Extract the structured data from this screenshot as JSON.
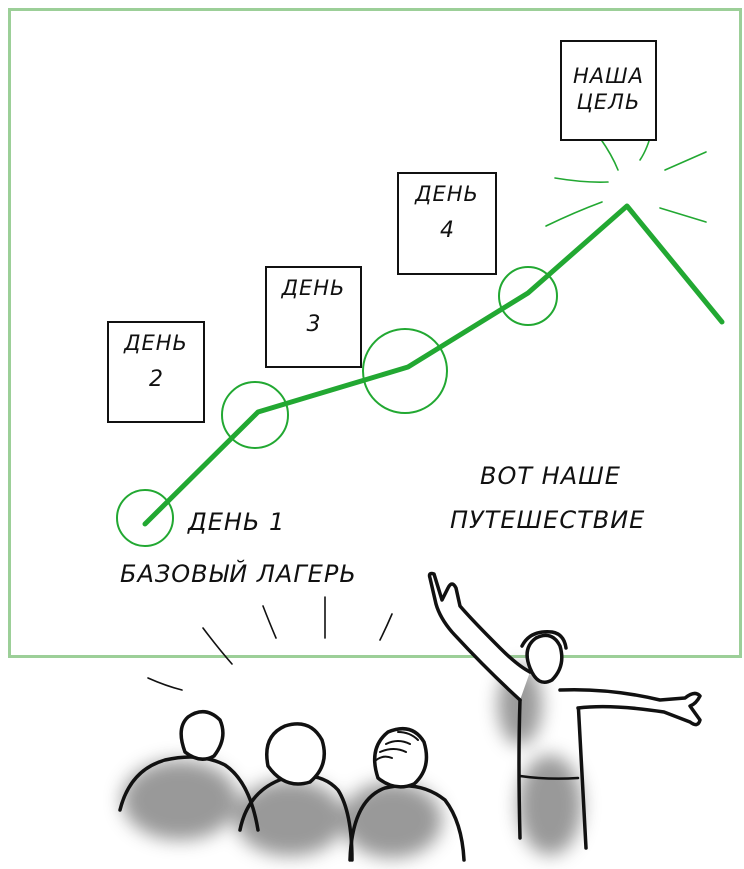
{
  "milestones": {
    "day2": {
      "title": "ДЕНЬ",
      "num": "2"
    },
    "day3": {
      "title": "ДЕНЬ",
      "num": "3"
    },
    "day4": {
      "title": "ДЕНЬ",
      "num": "4"
    },
    "goal": {
      "line1": "НАША",
      "line2": "ЦЕЛЬ"
    }
  },
  "labels": {
    "day1": "ДЕНЬ 1",
    "basecamp": "БАЗОВЫЙ ЛАГЕРЬ",
    "journey_line1": "ВОТ НАШЕ",
    "journey_line2": "ПУТЕШЕСТВИЕ"
  },
  "colors": {
    "path": "#22a832",
    "board_border": "#9ccf98",
    "ink": "#111111"
  }
}
